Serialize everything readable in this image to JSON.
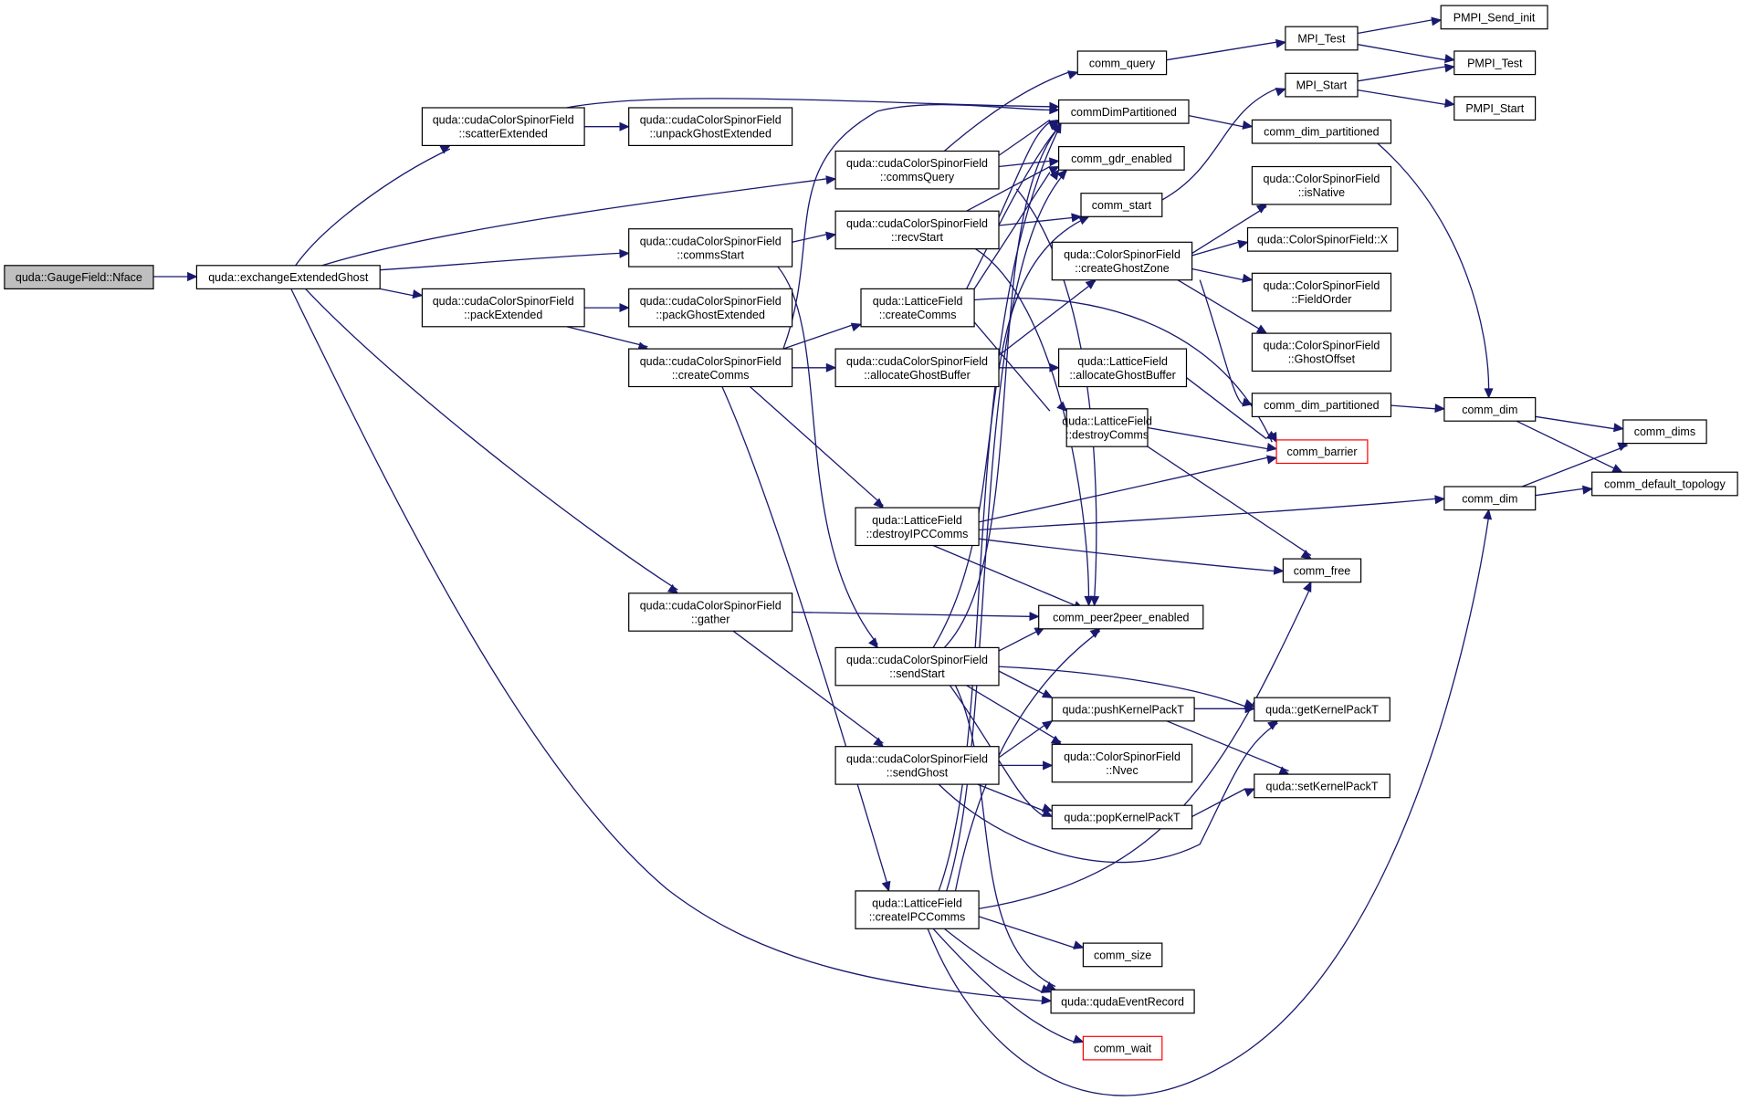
{
  "graph": {
    "colors": {
      "edge": "#191970",
      "node_border": "#000000",
      "root_fill": "#bfbfbf",
      "truncated_border": "#ff0000"
    },
    "nodes": [
      {
        "id": "nface",
        "lines": [
          "quda::GaugeField::Nface"
        ],
        "style": "root"
      },
      {
        "id": "exchange",
        "lines": [
          "quda::exchangeExtendedGhost"
        ]
      },
      {
        "id": "scatterExt",
        "lines": [
          "quda::cudaColorSpinorField",
          "::scatterExtended"
        ]
      },
      {
        "id": "unpackGhostExt",
        "lines": [
          "quda::cudaColorSpinorField",
          "::unpackGhostExtended"
        ]
      },
      {
        "id": "commsStart",
        "lines": [
          "quda::cudaColorSpinorField",
          "::commsStart"
        ]
      },
      {
        "id": "packExt",
        "lines": [
          "quda::cudaColorSpinorField",
          "::packExtended"
        ]
      },
      {
        "id": "packGhostExt",
        "lines": [
          "quda::cudaColorSpinorField",
          "::packGhostExtended"
        ]
      },
      {
        "id": "cscCreateComms",
        "lines": [
          "quda::cudaColorSpinorField",
          "::createComms"
        ]
      },
      {
        "id": "gather",
        "lines": [
          "quda::cudaColorSpinorField",
          "::gather"
        ]
      },
      {
        "id": "commsQuery",
        "lines": [
          "quda::cudaColorSpinorField",
          "::commsQuery"
        ]
      },
      {
        "id": "recvStart",
        "lines": [
          "quda::cudaColorSpinorField",
          "::recvStart"
        ]
      },
      {
        "id": "lfCreateComms",
        "lines": [
          "quda::LatticeField",
          "::createComms"
        ]
      },
      {
        "id": "allocGhostBuf",
        "lines": [
          "quda::cudaColorSpinorField",
          "::allocateGhostBuffer"
        ]
      },
      {
        "id": "destroyIPC",
        "lines": [
          "quda::LatticeField",
          "::destroyIPCComms"
        ]
      },
      {
        "id": "sendStart",
        "lines": [
          "quda::cudaColorSpinorField",
          "::sendStart"
        ]
      },
      {
        "id": "sendGhost",
        "lines": [
          "quda::cudaColorSpinorField",
          "::sendGhost"
        ]
      },
      {
        "id": "createIPC",
        "lines": [
          "quda::LatticeField",
          "::createIPCComms"
        ]
      },
      {
        "id": "commQuery",
        "lines": [
          "comm_query"
        ]
      },
      {
        "id": "commDimPart",
        "lines": [
          "commDimPartitioned"
        ]
      },
      {
        "id": "commGdr",
        "lines": [
          "comm_gdr_enabled"
        ]
      },
      {
        "id": "commStart",
        "lines": [
          "comm_start"
        ]
      },
      {
        "id": "createGhostZone",
        "lines": [
          "quda::ColorSpinorField",
          "::createGhostZone"
        ]
      },
      {
        "id": "lfAllocGhostBuf",
        "lines": [
          "quda::LatticeField",
          "::allocateGhostBuffer"
        ]
      },
      {
        "id": "lfDestroyComms",
        "lines": [
          "quda::LatticeField",
          "::destroyComms"
        ]
      },
      {
        "id": "p2p",
        "lines": [
          "comm_peer2peer_enabled"
        ]
      },
      {
        "id": "pushKernel",
        "lines": [
          "quda::pushKernelPackT"
        ]
      },
      {
        "id": "nvec",
        "lines": [
          "quda::ColorSpinorField",
          "::Nvec"
        ]
      },
      {
        "id": "popKernel",
        "lines": [
          "quda::popKernelPackT"
        ]
      },
      {
        "id": "commSize",
        "lines": [
          "comm_size"
        ]
      },
      {
        "id": "eventRecord",
        "lines": [
          "quda::qudaEventRecord"
        ]
      },
      {
        "id": "commWait",
        "lines": [
          "comm_wait"
        ],
        "style": "trunc"
      },
      {
        "id": "mpiTest",
        "lines": [
          "MPI_Test"
        ]
      },
      {
        "id": "mpiStart",
        "lines": [
          "MPI_Start"
        ]
      },
      {
        "id": "commDimPartA",
        "lines": [
          "comm_dim_partitioned"
        ]
      },
      {
        "id": "isNative",
        "lines": [
          "quda::ColorSpinorField",
          "::isNative"
        ]
      },
      {
        "id": "cspX",
        "lines": [
          "quda::ColorSpinorField::X"
        ]
      },
      {
        "id": "fieldOrder",
        "lines": [
          "quda::ColorSpinorField",
          "::FieldOrder"
        ]
      },
      {
        "id": "ghostOffset",
        "lines": [
          "quda::ColorSpinorField",
          "::GhostOffset"
        ]
      },
      {
        "id": "commDimPartB",
        "lines": [
          "comm_dim_partitioned"
        ]
      },
      {
        "id": "commBarrier",
        "lines": [
          "comm_barrier"
        ],
        "style": "trunc"
      },
      {
        "id": "commFree",
        "lines": [
          "comm_free"
        ]
      },
      {
        "id": "getKernel",
        "lines": [
          "quda::getKernelPackT"
        ]
      },
      {
        "id": "setKernel",
        "lines": [
          "quda::setKernelPackT"
        ]
      },
      {
        "id": "pmpiSendInit",
        "lines": [
          "PMPI_Send_init"
        ]
      },
      {
        "id": "pmpiTest",
        "lines": [
          "PMPI_Test"
        ]
      },
      {
        "id": "pmpiStart",
        "lines": [
          "PMPI_Start"
        ]
      },
      {
        "id": "commDimA",
        "lines": [
          "comm_dim"
        ]
      },
      {
        "id": "commDimB",
        "lines": [
          "comm_dim"
        ]
      },
      {
        "id": "commDims",
        "lines": [
          "comm_dims"
        ]
      },
      {
        "id": "commDefaultTopo",
        "lines": [
          "comm_default_topology"
        ]
      }
    ]
  }
}
